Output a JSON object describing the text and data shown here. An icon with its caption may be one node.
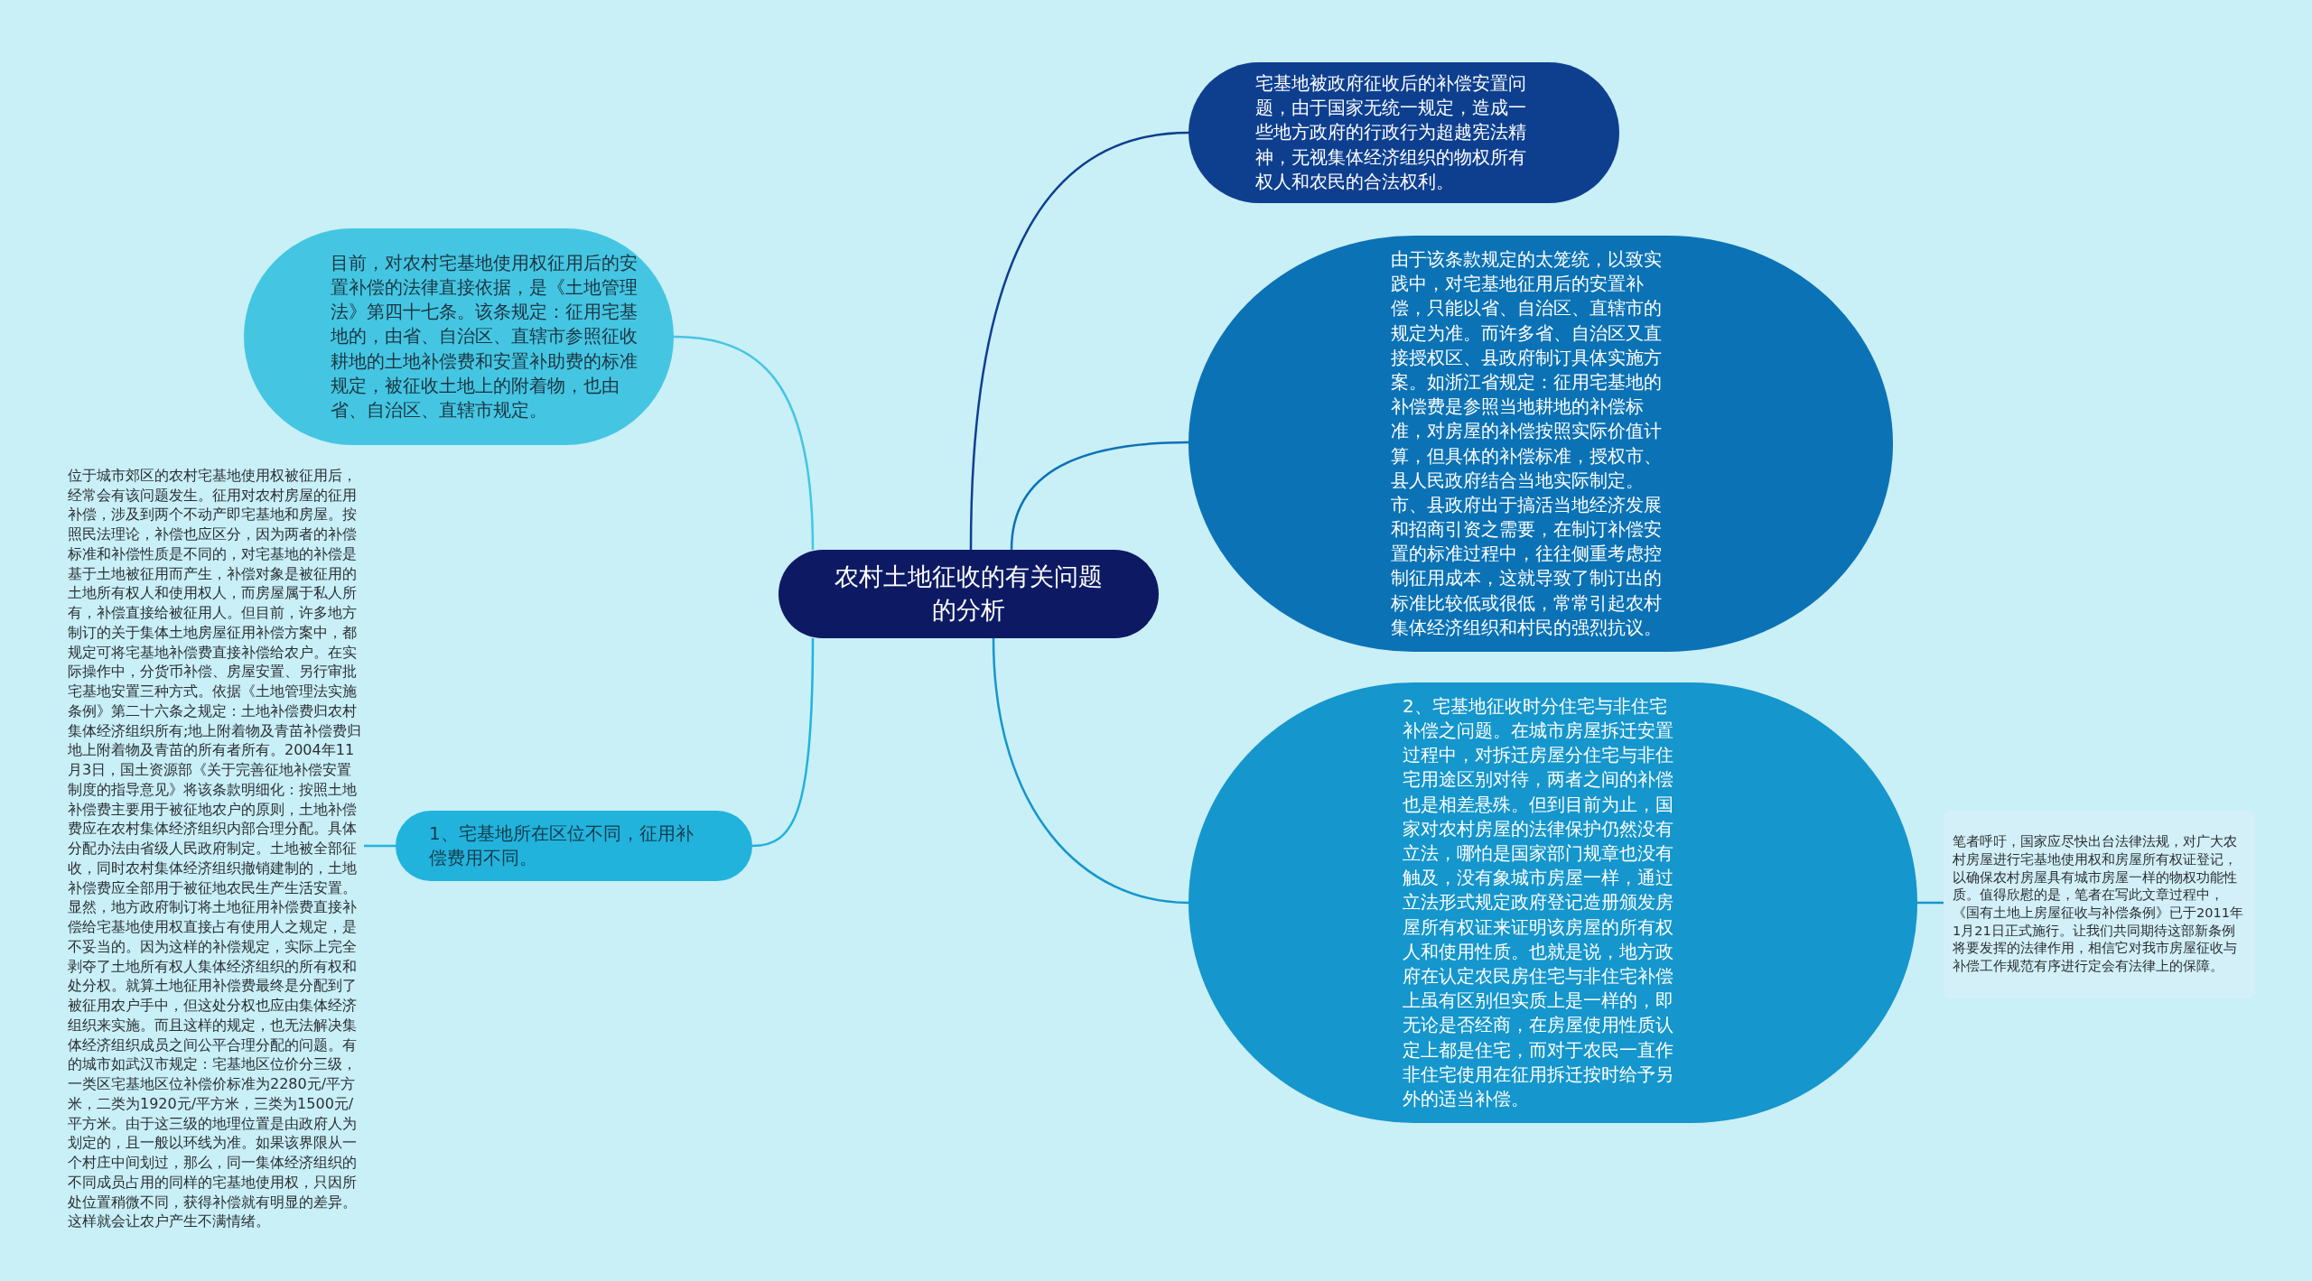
{
  "diagram": {
    "nodes": [
      {
        "text": [
          "农村土地征收的有关问题的分析"
        ]
      },
      {
        "text": [
          "目前，对农村宅基地使用权征用后的安置补偿的法律直接依据，是《土地管理法》第四十七条。该条规定：征用宅基地的，由省、自治区、直辖市参照征收耕地的土地补偿费和安置补助费的标准规定，被征收土地上的附着物，也由省、自治区、直辖市规定。"
        ]
      },
      {
        "text": [
          "1、宅基地所在区位不同，征用补偿费用不同。"
        ]
      },
      {
        "text": [
          "位于城市郊区的农村宅基地使用权被征用后，经常会有该问题发生。征用对农村房屋的征用补偿，涉及到两个不动产即宅基地和房屋。按照民法理论，补偿也应区分，因为两者的补偿标准和补偿性质是不同的，对宅基地的补偿是基于土地被征用而产生，补偿对象是被征用的土地所有权人和使用权人，而房屋属于私人所有，补偿直接给被征用人。但目前，许多地方制订的关于集体土地房屋征用补偿方案中，都规定可将宅基地补偿费直接补偿给农户。在实际操作中，分货币补偿、房屋安置、另行审批宅基地安置三种方式。依据《土地管理法实施条例》第二十六条之规定：土地补偿费归农村集体经济组织所有;地上附着物及青苗补偿费归地上附着物及青苗的所有者所有。2004年11月3日，国土资源部《关于完善征地补偿安置制度的指导意见》将该条款明细化：按照土地补偿费主要用于被征地农户的原则，土地补偿费应在农村集体经济组织内部合理分配。具体分配办法由省级人民政府制定。土地被全部征收，同时农村集体经济组织撤销建制的，土地补偿费应全部用于被征地农民生产生活安置。显然，地方政府制订将土地征用补偿费直接补偿给宅基地使用权直接占有使用人之规定，是不妥当的。因为这样的补偿规定，实际上完全剥夺了土地所有权人集体经济组织的所有权和处分权。就算土地征用补偿费最终是分配到了被征用农户手中，但这处分权也应由集体经济组织来实施。而且这样的规定，也无法解决集体经济组织成员之间公平合理分配的问题。有的城市如武汉市规定：宅基地区位价分三级，一类区宅基地区位补偿价标准为2280元/平方米，二类为1920元/平方米，三类为1500元/平方米。由于这三级的地理位置是由政府人为划定的，且一般以环线为准。如果该界限从一个村庄中间划过，那么，同一集体经济组织的不同成员占用的同样的宅基地使用权，只因所处位置稍微不同，获得补偿就有明显的差异。这样就会让农户产生不满情绪。"
        ]
      },
      {
        "text": [
          "宅基地被政府征收后的补偿安置问题，由于国家无统一规定，造成一些地方政府的行政行为超越宪法精神，无视集体经济组织的物权所有权人和农民的合法权利。"
        ]
      },
      {
        "text": [
          "由于该条款规定的太笼统，以致实践中，对宅基地征用后的安置补偿，只能以省、自治区、直辖市的规定为准。而许多省、自治区又直接授权区、县政府制订具体实施方案。如浙江省规定：征用宅基地的补偿费是参照当地耕地的补偿标准，对房屋的补偿按照实际价值计算，但具体的补偿标准，授权市、县人民政府结合当地实际制定。市、县政府出于搞活当地经济发展和招商引资之需要，在制订补偿安置的标准过程中，往往侧重考虑控制征用成本，这就导致了制订出的标准比较低或很低，常常引起农村集体经济组织和村民的强烈抗议。"
        ]
      },
      {
        "text": [
          "2、宅基地征收时分住宅与非住宅补偿之问题。在城市房屋拆迁安置过程中，对拆迁房屋分住宅与非住宅用途区别对待，两者之间的补偿也是相差悬殊。但到目前为止，国家对农村房屋的法律保护仍然没有立法，哪怕是国家部门规章也没有触及，没有象城市房屋一样，通过立法形式规定政府登记造册颁发房屋所有权证来证明该房屋的所有权人和使用性质。也就是说，地方政府在认定农民房住宅与非住宅补偿上虽有区别但实质上是一样的，即无论是否经商，在房屋使用性质认定上都是住宅，而对于农民一直作非住宅使用在征用拆迁按时给予另外的适当补偿。"
        ]
      },
      {
        "text": [
          "笔者呼吁，国家应尽快出台法律法规，对广大农村房屋进行宅基地使用权和房屋所有权证登记，以确保农村房屋具有城市房屋一样的物权功能性质。值得欣慰的是，笔者在写此文章过程中，《国有土地上房屋征收与补偿条例》已于2011年1月21日正式施行。让我们共同期待这部新条例将要发挥的法律作用，相信它对我市房屋征收与补偿工作规范有序进行定会有法律上的保障。"
        ]
      }
    ],
    "edges": [
      {
        "from": 0,
        "to": 1,
        "arrow": "none",
        "color": "#44c6e2"
      },
      {
        "from": 0,
        "to": 2,
        "arrow": "none",
        "color": "#21b3dc"
      },
      {
        "from": 2,
        "to": 3,
        "arrow": "none",
        "color": "#21b3dc"
      },
      {
        "from": 0,
        "to": 4,
        "arrow": "none",
        "color": "#0e3f8f"
      },
      {
        "from": 0,
        "to": 5,
        "arrow": "none",
        "color": "#0b72b5"
      },
      {
        "from": 0,
        "to": 6,
        "arrow": "none",
        "color": "#1596cc"
      },
      {
        "from": 6,
        "to": 7,
        "arrow": "none",
        "color": "#1596cc"
      }
    ]
  }
}
